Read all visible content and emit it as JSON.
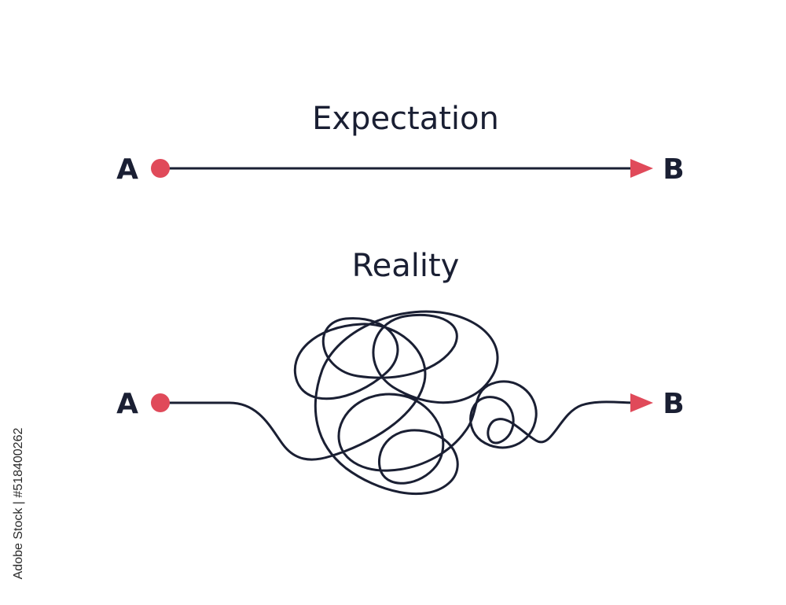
{
  "expectation": {
    "heading": "Expectation",
    "start_label": "A",
    "end_label": "B"
  },
  "reality": {
    "heading": "Reality",
    "start_label": "A",
    "end_label": "B"
  },
  "watermark": {
    "text": "Adobe Stock | #518400262"
  },
  "colors": {
    "line": "#1a1f33",
    "accent": "#e04a5a",
    "text": "#1a1f33",
    "background": "#ffffff"
  }
}
